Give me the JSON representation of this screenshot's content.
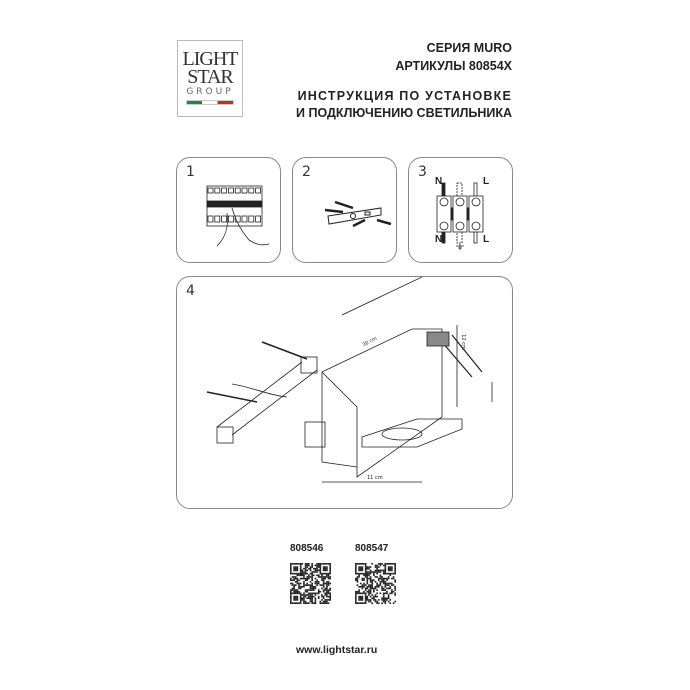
{
  "logo": {
    "line1": "LIGHT",
    "line2": "STAR",
    "line3": "GROUP"
  },
  "header": {
    "series": "СЕРИЯ MURO",
    "articles": "АРТИКУЛЫ 80854X",
    "title_line1": "ИНСТРУКЦИЯ ПО УСТАНОВКЕ",
    "title_line2": "И ПОДКЛЮЧЕНИЮ СВЕТИЛЬНИКА"
  },
  "steps": [
    {
      "number": "1"
    },
    {
      "number": "2"
    },
    {
      "number": "3",
      "labels": {
        "n": "N",
        "l": "L"
      }
    },
    {
      "number": "4",
      "dims": {
        "length": "30 cm",
        "height": "12 cm",
        "width": "11 cm"
      }
    }
  ],
  "articles": [
    {
      "code": "808546"
    },
    {
      "code": "808547"
    }
  ],
  "footer": {
    "website": "www.lightstar.ru"
  }
}
